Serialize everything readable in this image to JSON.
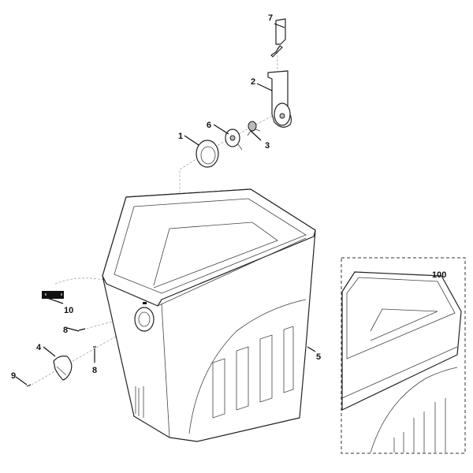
{
  "diagram": {
    "labels": {
      "p1": "1",
      "p2": "2",
      "p3": "3",
      "p4": "4",
      "p5": "5",
      "p6": "6",
      "p7": "7",
      "p8a": "8",
      "p8b": "8",
      "p9": "9",
      "p10": "10",
      "p100": "100"
    },
    "colors": {
      "line": "#222222",
      "background": "#ffffff",
      "decal": "#111111"
    }
  }
}
